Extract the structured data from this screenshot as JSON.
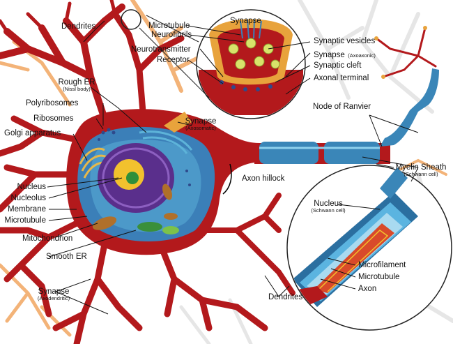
{
  "labels": {
    "dendrites_top": "Dendrites",
    "microtubule_top": "Microtubule",
    "neurofibrils": "Neurofibrils",
    "neurotransmitter": "Neurotransmitter",
    "receptor": "Receptor",
    "synapse_top": "Synapse",
    "synaptic_vesicles": "Synaptic vesicles",
    "synapse_axoaxonic": "Synapse",
    "synapse_axoaxonic_sub": "(Axoaxonic)",
    "synaptic_cleft": "Synaptic cleft",
    "axonal_terminal": "Axonal terminal",
    "rough_er": "Rough ER",
    "rough_er_sub": "(Nissl body)",
    "polyribosomes": "Polyribosomes",
    "ribosomes": "Ribosomes",
    "golgi": "Golgi apparatus",
    "synapse_axosomatic": "Synapse",
    "synapse_axosomatic_sub": "(Axosomatic)",
    "node_of_ranvier": "Node of Ranvier",
    "myelin_sheath": "Myelin Sheath",
    "myelin_sheath_sub": "(Schwann cell)",
    "axon_hillock": "Axon hillock",
    "nucleus": "Nucleus",
    "nucleolus": "Nucleolus",
    "membrane": "Membrane",
    "microtubule_left": "Microtubule",
    "nucleus_schwann": "Nucleus",
    "nucleus_schwann_sub": "(Schwann cell)",
    "mitochondrion": "Mitochondrion",
    "smooth_er": "Smooth ER",
    "microfilament": "Microfilament",
    "microtubule_inset": "Microtubule",
    "axon": "Axon",
    "synapse_axodendritic": "Synapse",
    "synapse_axodendritic_sub": "(Axodendritic)",
    "dendrites_bottom": "Dendrites"
  },
  "colors": {
    "neuron": "#b3191c",
    "neuron_dark": "#8c1014",
    "cytoplasm_blue": "#3b7fb8",
    "nucleus_purple": "#5a2f8c",
    "nucleolus_yellow": "#f2c12e",
    "myelin_blue": "#3a86b8",
    "terminal_orange": "#e8a33c",
    "background_neuron": "#e8e8e8",
    "orange_dendrite": "#f3b378"
  }
}
